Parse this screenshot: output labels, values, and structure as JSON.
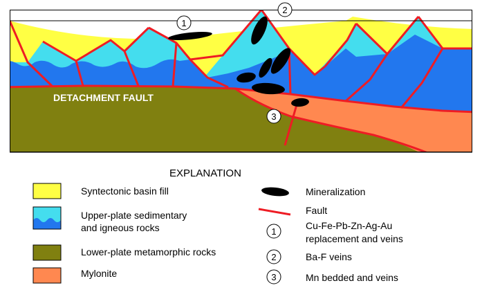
{
  "cross_section": {
    "detachment_label": "DETACHMENT FAULT",
    "markers": [
      "1",
      "2",
      "3"
    ]
  },
  "explanation": {
    "heading": "EXPLANATION",
    "units": [
      {
        "label": "Syntectonic basin fill",
        "color": "#ffff44"
      },
      {
        "label_line1": "Upper-plate sedimentary",
        "label_line2": "and igneous rocks",
        "color": "#44ddee",
        "color_lower": "#2277ee"
      },
      {
        "label": "Lower-plate metamorphic rocks",
        "color": "#808010"
      },
      {
        "label": "Mylonite",
        "color": "#ff8850"
      }
    ],
    "symbols": [
      {
        "label": "Mineralization"
      },
      {
        "label": "Fault",
        "color": "#ee1c24"
      },
      {
        "number": "1",
        "label_line1": "Cu-Fe-Pb-Zn-Ag-Au",
        "label_line2": "replacement and veins"
      },
      {
        "number": "2",
        "label": "Ba-F veins"
      },
      {
        "number": "3",
        "label": "Mn bedded and veins"
      }
    ]
  }
}
